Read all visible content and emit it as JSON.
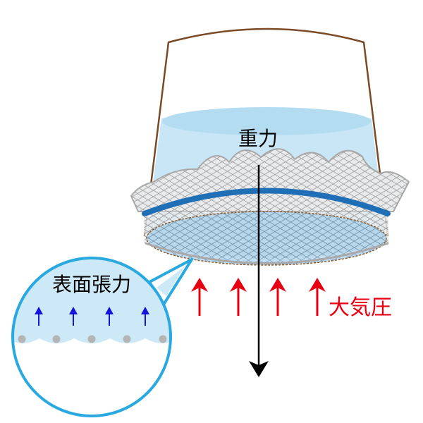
{
  "labels": {
    "gravity": "重力",
    "atmospheric_pressure": "大気圧",
    "surface_tension": "表面張力"
  },
  "colors": {
    "cup_outline": "#7a4a26",
    "water_fill": "#c9e6f6",
    "water_surface": "#b3dcf1",
    "net_gray": "#a9a9a9",
    "net_fill": "#e8eaeb",
    "rubber_band": "#1f6fb7",
    "net_rim": "#8b5a2b",
    "pressure_arrow": "#e60012",
    "gravity_arrow": "#000000",
    "tension_arrow": "#1414dc",
    "callout_border": "#29a9e0",
    "callout_water": "#cde9f7",
    "mesh_dot": "#b4b4b4"
  },
  "icons": {
    "gravity_arrow": "down-arrow-icon",
    "pressure_arrows": "up-arrow-icon",
    "tension_arrows": "up-arrow-icon"
  }
}
